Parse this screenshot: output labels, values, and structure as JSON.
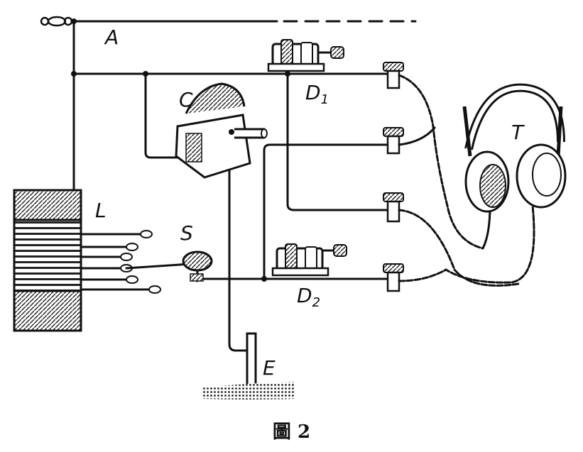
{
  "labels": {
    "antenna": "A",
    "capacitor": "C",
    "detector1_main": "D",
    "detector1_sub": "1",
    "detector2_main": "D",
    "detector2_sub": "2",
    "coil": "L",
    "switch": "S",
    "headphones": "T",
    "earth": "E"
  },
  "caption": "圖 2",
  "ink_color": "#111111"
}
